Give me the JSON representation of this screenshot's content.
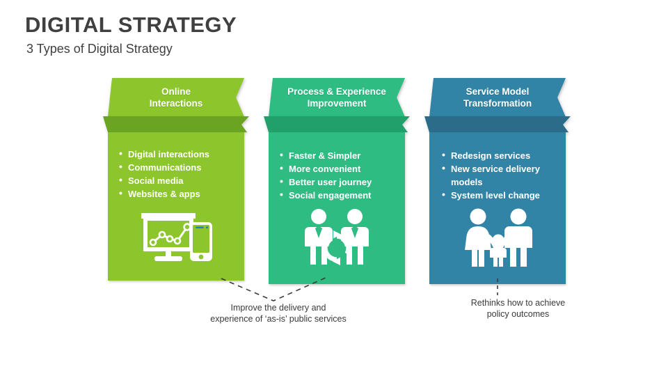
{
  "header": {
    "title": "DIGITAL STRATEGY",
    "subtitle": "3 Types of Digital Strategy"
  },
  "colors": {
    "green": "#8CC62C",
    "green_fold": "#6BA322",
    "teal": "#2EBC83",
    "teal_fold": "#21A06C",
    "blue": "#3284A6",
    "blue_fold": "#2A6C8A",
    "text_dark": "#404040",
    "caption_text": "#3A3A3A",
    "connector": "#3A3A3A"
  },
  "columns": [
    {
      "id": "online-interactions",
      "title_line1": "Online",
      "title_line2": "Interactions",
      "color": "#8CC62C",
      "fold_color": "#6BA322",
      "icon": "monitor-chart-mobile-icon",
      "bullets": [
        "Digital interactions",
        "Communications",
        "Social media",
        "Websites & apps"
      ]
    },
    {
      "id": "process-experience-improvement",
      "title_line1": "Process & Experience",
      "title_line2": "Improvement",
      "color": "#2EBC83",
      "fold_color": "#21A06C",
      "icon": "two-people-cycle-icon",
      "bullets": [
        "Faster & Simpler",
        "More convenient",
        "Better user journey",
        "Social engagement"
      ]
    },
    {
      "id": "service-model-transformation",
      "title_line1": "Service Model",
      "title_line2": "Transformation",
      "color": "#3284A6",
      "fold_color": "#2A6C8A",
      "icon": "family-group-icon",
      "bullets": [
        "Redesign services",
        "New service delivery models",
        "System level change"
      ]
    }
  ],
  "captions": [
    {
      "id": "caption-improve-delivery",
      "line1": "Improve the delivery and",
      "line2": "experience of ‘as-is’ public services"
    },
    {
      "id": "caption-rethinks-policy",
      "line1": "Rethinks how to achieve",
      "line2": "policy outcomes"
    }
  ]
}
